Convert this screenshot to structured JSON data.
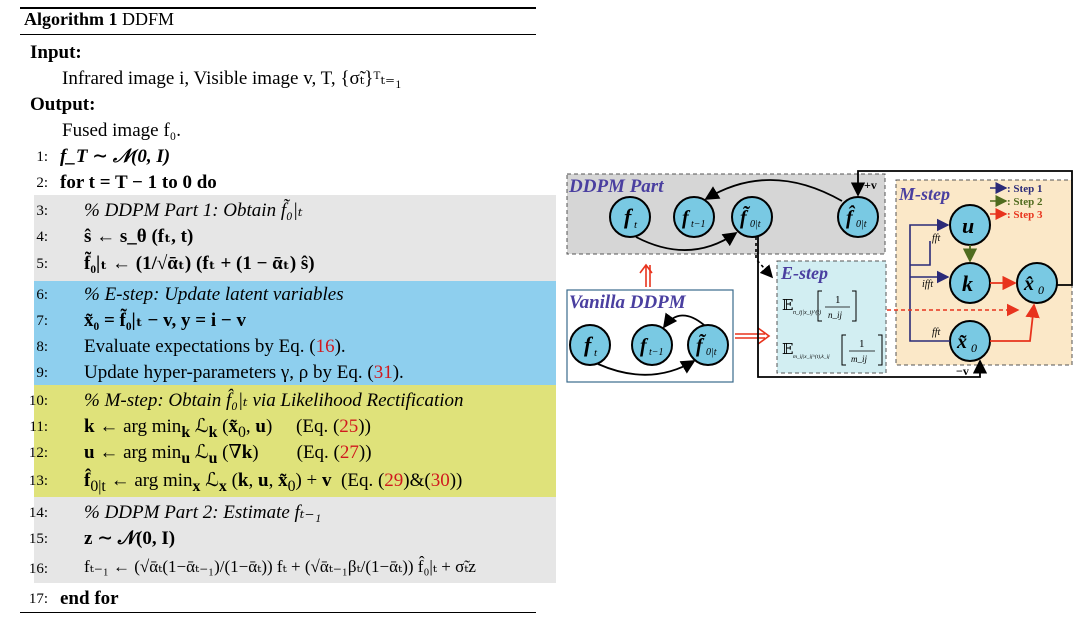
{
  "algorithm": {
    "title_label": "Algorithm 1",
    "title_name": "DDFM",
    "input_label": "Input:",
    "input_text": "Infrared image i, Visible image v, T, {σ̃ₜ}ᵀₜ₌₁",
    "output_label": "Output:",
    "output_text": "Fused image f₀.",
    "lines": [
      {
        "num": "1:",
        "text": "f_T ∼ 𝒩(0, I)"
      },
      {
        "num": "2:",
        "text": "for t = T − 1 to 0 do"
      },
      {
        "num": "3:",
        "text": "% DDPM Part 1: Obtain f̃₀|ₜ"
      },
      {
        "num": "4:",
        "text": "ŝ ← s_θ (fₜ, t)"
      },
      {
        "num": "5:",
        "text": "f̃₀|ₜ ← (1/√ᾱₜ) (fₜ + (1 − ᾱₜ) ŝ)"
      },
      {
        "num": "6:",
        "text": "% E-step: Update latent variables"
      },
      {
        "num": "7:",
        "text": "x̃₀ = f̃₀|ₜ − v, y = i − v"
      },
      {
        "num": "8:",
        "text": "Evaluate expectations by Eq. (16)."
      },
      {
        "num": "9:",
        "text": "Update hyper-parameters γ, ρ by Eq. (31)."
      },
      {
        "num": "10:",
        "text": "% M-step: Obtain f̂₀|ₜ via Likelihood Rectification"
      },
      {
        "num": "11:",
        "text": "k ← arg min_k ℒ_k (x̃₀, u)     (Eq. (25))"
      },
      {
        "num": "12:",
        "text": "u ← arg min_u ℒ_u (∇k)     (Eq. (27))"
      },
      {
        "num": "13:",
        "text": "f̂₀|ₜ ← arg min_x ℒ_x (k, u, x̃₀) + v  (Eq. (29)&(30))"
      },
      {
        "num": "14:",
        "text": "% DDPM Part 2: Estimate fₜ₋₁"
      },
      {
        "num": "15:",
        "text": "z ∼ 𝒩(0, I)"
      },
      {
        "num": "16:",
        "text": "fₜ₋₁ ← (√ᾱₜ(1−ᾱₜ₋₁)/(1−ᾱₜ)) fₜ + (√ᾱₜ₋₁βₜ/(1−ᾱₜ)) f̂₀|ₜ + σ̃ₜz"
      },
      {
        "num": "17:",
        "text": "end for"
      }
    ],
    "refs": {
      "eq16": "16",
      "eq31": "31",
      "eq25": "25",
      "eq27": "27",
      "eq29": "29",
      "eq30": "30"
    }
  },
  "diagram": {
    "ddpm_part_label": "DDPM Part",
    "vanilla_label": "Vanilla DDPM",
    "estep_label": "E-step",
    "mstep_label": "M-step",
    "plus_v": "+v",
    "minus_v": "−v",
    "fft_label": "fft",
    "ifft_label": "ifft",
    "legend": [
      {
        "label": ": Step 1",
        "color": "#2b2a78"
      },
      {
        "label": ": Step 2",
        "color": "#4f6b1e"
      },
      {
        "label": ": Step 3",
        "color": "#e8331d"
      }
    ],
    "nodes": {
      "f_t": "f",
      "f_t_sub": "t",
      "f_tm1": "f",
      "f_tm1_sub": "t−1",
      "f_tilde": "f̃",
      "f_tilde_sub": "0|t",
      "f_hat": "f̂",
      "f_hat_sub": "0|t",
      "u": "u",
      "k": "k",
      "x_hat": "x̂",
      "x_hat_sub": "0",
      "x_tilde": "x̃",
      "x_tilde_sub": "0"
    },
    "estep_exp1_E": "𝔼",
    "estep_exp1_sub": "n_ij|x_ij^(t)",
    "estep_exp1_num": "1",
    "estep_exp1_den": "n_ij",
    "estep_exp2_E": "𝔼",
    "estep_exp2_sub": "m_ij|x_ij^(t),k_ij",
    "estep_exp2_num": "1",
    "estep_exp2_den": "m_ij",
    "colors": {
      "ddpm_bg": "#d6d6d6",
      "vanilla_border": "#3a6a8c",
      "estep_bg": "#d2eef2",
      "mstep_bg": "#fbe8c8",
      "node_fill": "#79c9e3",
      "title_purple": "#4a3fa0",
      "red": "#e8331d",
      "band_gray": "#e6e6e6",
      "band_blue": "#8ecfee",
      "band_yellow": "#dfe27a"
    }
  }
}
